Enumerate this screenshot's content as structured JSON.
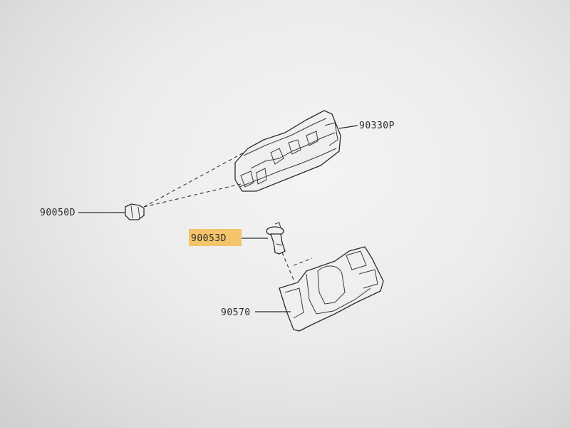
{
  "diagram": {
    "parts": [
      {
        "id": "lamp-assembly",
        "label": "90330P"
      },
      {
        "id": "clip",
        "label": "90050D"
      },
      {
        "id": "bulb",
        "label": "90053D",
        "highlighted": true,
        "highlight_color": "#f4c46a"
      },
      {
        "id": "bracket",
        "label": "90570"
      }
    ]
  }
}
